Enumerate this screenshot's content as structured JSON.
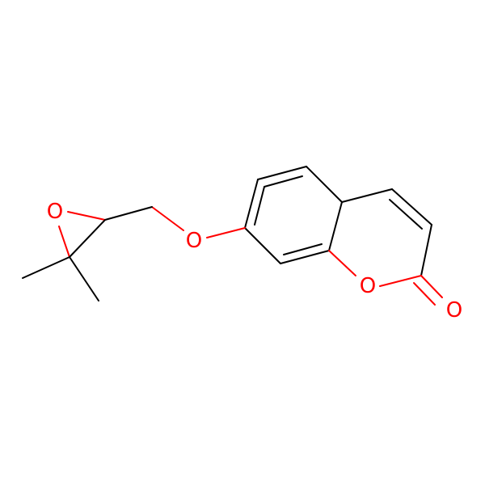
{
  "molecule": {
    "atoms": [
      {
        "id": "o_epoxide",
        "label": "O",
        "color": "#ff0000"
      },
      {
        "id": "o_ether",
        "label": "O",
        "color": "#ff0000"
      },
      {
        "id": "o_ring",
        "label": "O",
        "color": "#ff0000"
      },
      {
        "id": "o_carbonyl",
        "label": "O",
        "color": "#ff0000"
      }
    ],
    "bond_color": "#000000",
    "heteroatom_color": "#ff0000"
  }
}
